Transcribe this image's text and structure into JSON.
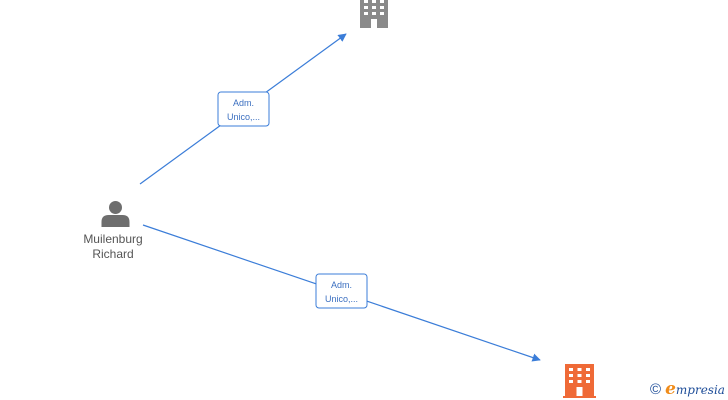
{
  "colors": {
    "edge": "#3b7dd8",
    "label_text": "#3b6fc0",
    "person_icon": "#6e6e6e",
    "company_gray": "#8a8a8a",
    "company_highlight": "#ef6a37",
    "watermark_c": "#1f4e99",
    "watermark_e": "#f08c1a",
    "watermark_text": "#1f4e99"
  },
  "person": {
    "icon": "person-icon",
    "name_line1": "Muilenburg",
    "name_line2": "Richard"
  },
  "companies": [
    {
      "icon": "building-icon",
      "highlighted": false
    },
    {
      "icon": "building-icon",
      "highlighted": true
    }
  ],
  "relations": [
    {
      "label_line1": "Adm.",
      "label_line2": "Unico,...",
      "target": 0
    },
    {
      "label_line1": "Adm.",
      "label_line2": "Unico,...",
      "target": 1
    }
  ],
  "watermark": {
    "copyright": "©",
    "brand_initial": "e",
    "brand_rest": "mpresia"
  }
}
